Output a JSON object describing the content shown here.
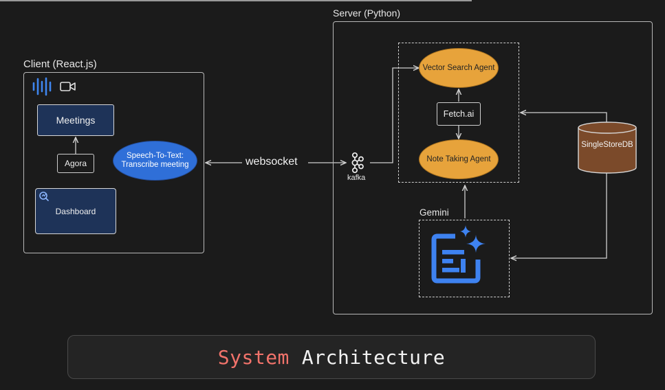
{
  "caption": {
    "accent": "System",
    "rest": "Architecture"
  },
  "client": {
    "title": "Client (React.js)",
    "meetings": "Meetings",
    "agora": "Agora",
    "dashboard": "Dashboard",
    "speech_to_text": "Speech-To-Text: Transcribe meeting",
    "icons": [
      "audio-waveform-icon",
      "video-camera-icon",
      "dashboard-search-icon"
    ]
  },
  "link": {
    "label": "websocket"
  },
  "server": {
    "title": "Server (Python)",
    "kafka": "kafka",
    "vector_search_agent": "Vector Search Agent",
    "fetch_ai": "Fetch.ai",
    "note_taking_agent": "Note Taking Agent",
    "singlestore": "SingleStoreDB",
    "gemini": "Gemini",
    "icons": [
      "kafka-icon",
      "gemini-doc-sparkle-icon",
      "database-cylinder-icon"
    ]
  },
  "colors": {
    "background": "#1b1b1b",
    "navy": "#1e3358",
    "blue_oval": "#2f6fd8",
    "orange_oval": "#e7a33b",
    "database": "#7b4a2a",
    "gemini_blue": "#3e82f0",
    "caption_accent": "#f2736b"
  }
}
